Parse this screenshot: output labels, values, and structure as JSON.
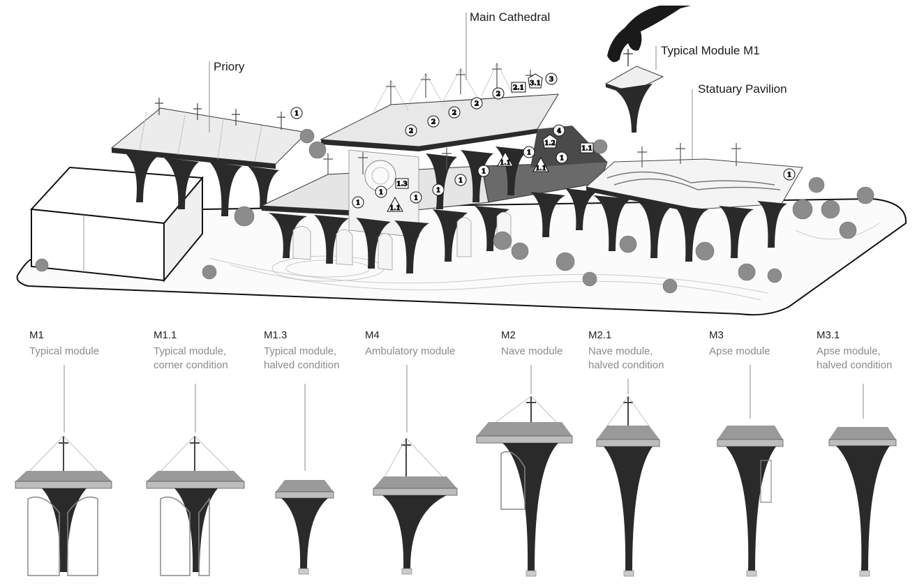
{
  "callouts": {
    "priory": "Priory",
    "main_cathedral": "Main Cathedral",
    "typical_module": "Typical Module M1",
    "statuary_pavilion": "Statuary Pavilion"
  },
  "modules": [
    {
      "code": "M1",
      "desc": "Typical module"
    },
    {
      "code": "M1.1",
      "desc": "Typical module,\ncorner condition"
    },
    {
      "code": "M1.3",
      "desc": "Typical module,\nhalved condition"
    },
    {
      "code": "M4",
      "desc": "Ambulatory module"
    },
    {
      "code": "M2",
      "desc": "Nave module"
    },
    {
      "code": "M2.1",
      "desc": "Nave module,\nhalved condition"
    },
    {
      "code": "M3",
      "desc": "Apse module"
    },
    {
      "code": "M3.1",
      "desc": "Apse module,\nhalved condition"
    }
  ],
  "markers": {
    "m1": "1",
    "m2": "2",
    "m3": "3",
    "m4": "4",
    "m11": "1.1",
    "m12": "1.2",
    "m13": "1.3",
    "m21": "2.1",
    "m31": "3.1"
  },
  "colors": {
    "roof": "#2a2a2a",
    "glass": "#e8e8e8",
    "greenery": "#9a9a9a",
    "line": "#555555"
  }
}
